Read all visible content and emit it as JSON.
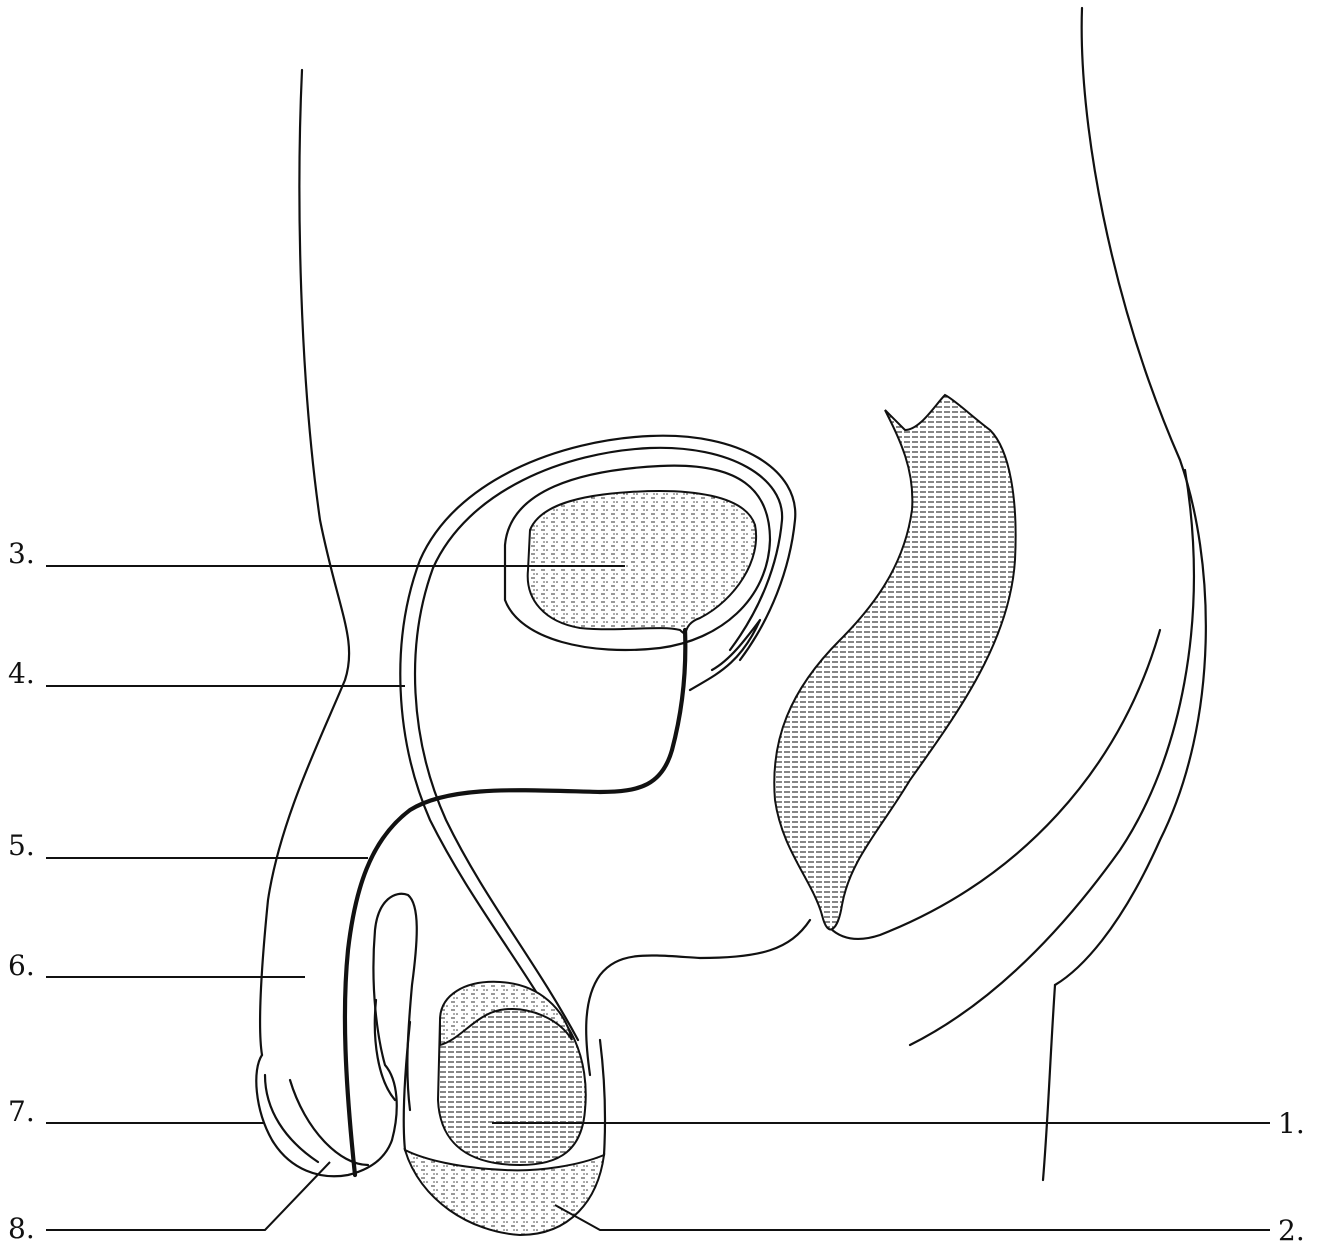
{
  "labels": [
    {
      "id": "1",
      "text": "1."
    },
    {
      "id": "2",
      "text": "2."
    },
    {
      "id": "3",
      "text": "3."
    },
    {
      "id": "4",
      "text": "4."
    },
    {
      "id": "5",
      "text": "5."
    },
    {
      "id": "6",
      "text": "6."
    },
    {
      "id": "7",
      "text": "7."
    },
    {
      "id": "8",
      "text": "8."
    }
  ]
}
